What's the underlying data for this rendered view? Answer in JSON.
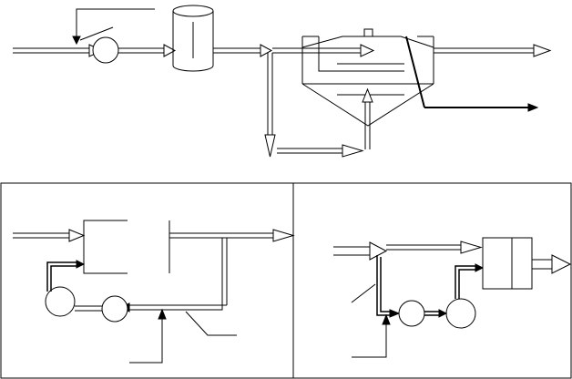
{
  "diagram": {
    "top": {
      "elements": [
        "inlet-pipe",
        "feed-pump",
        "mixing-tank",
        "clarifier",
        "outlet-pipe",
        "sludge-outlet",
        "return-line"
      ]
    },
    "bottom_left": {
      "elements": [
        "inlet-pipe",
        "reactor-box",
        "pump-a",
        "pump-b",
        "recycle-line",
        "outlet-pipe"
      ]
    },
    "bottom_right": {
      "elements": [
        "inlet-pipe",
        "pump-a",
        "pump-b",
        "separator",
        "outlet-pipe"
      ]
    }
  }
}
